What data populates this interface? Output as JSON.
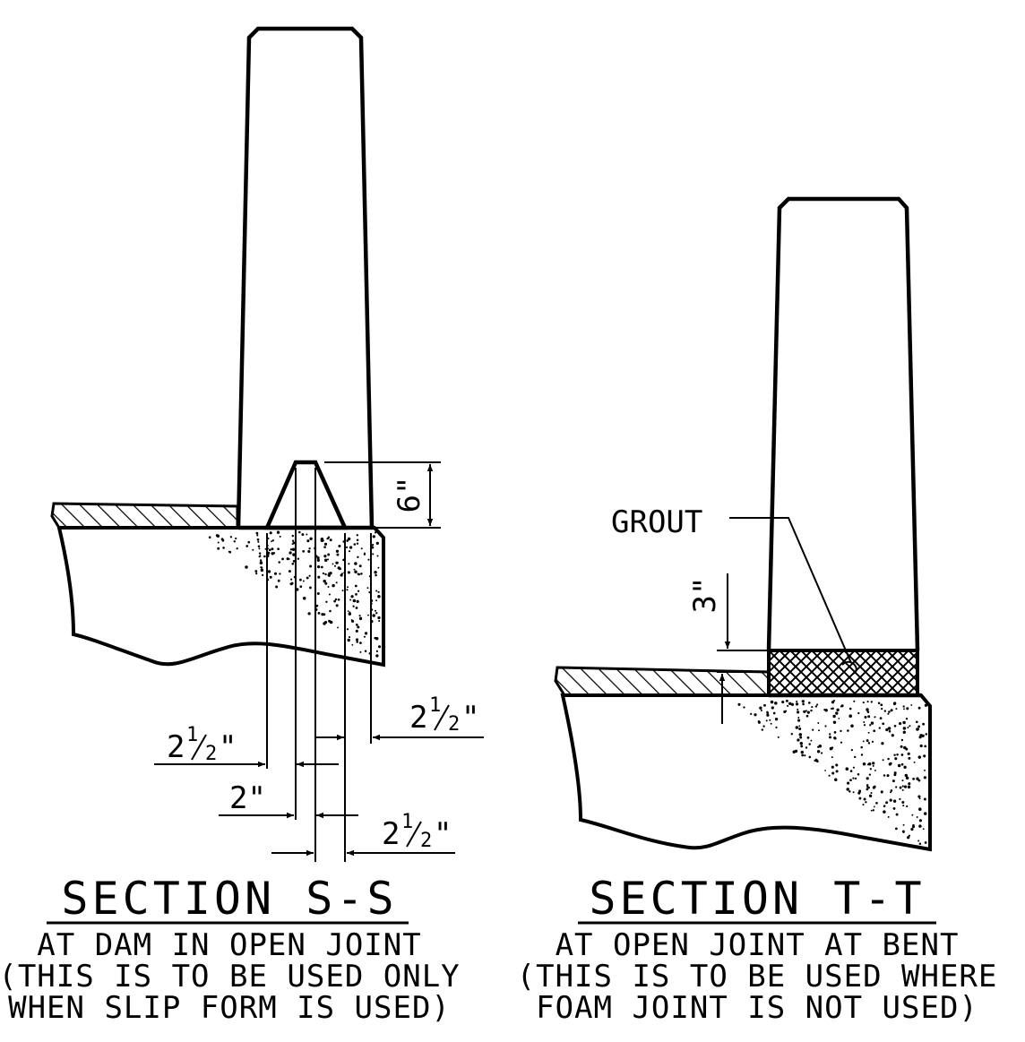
{
  "section_ss": {
    "title": "SECTION S-S",
    "subtitle_lines": [
      "AT DAM IN OPEN JOINT",
      "(THIS IS TO BE USED ONLY",
      "WHEN SLIP FORM IS USED)"
    ],
    "dimensions": {
      "dam_height": "6\"",
      "left_outer": {
        "whole": "2",
        "num": "1",
        "den": "2",
        "mark": "\""
      },
      "dam_width": "2\"",
      "right_outer": {
        "whole": "2",
        "num": "1",
        "den": "2",
        "mark": "\""
      },
      "center_gap": {
        "whole": "2",
        "num": "1",
        "den": "2",
        "mark": "\""
      }
    }
  },
  "section_tt": {
    "title": "SECTION T-T",
    "subtitle_lines": [
      "AT OPEN JOINT AT BENT",
      "(THIS IS TO BE USED WHERE",
      "FOAM JOINT IS NOT USED)"
    ],
    "callout": "GROUT",
    "dimensions": {
      "grout_thickness": "3\""
    }
  }
}
